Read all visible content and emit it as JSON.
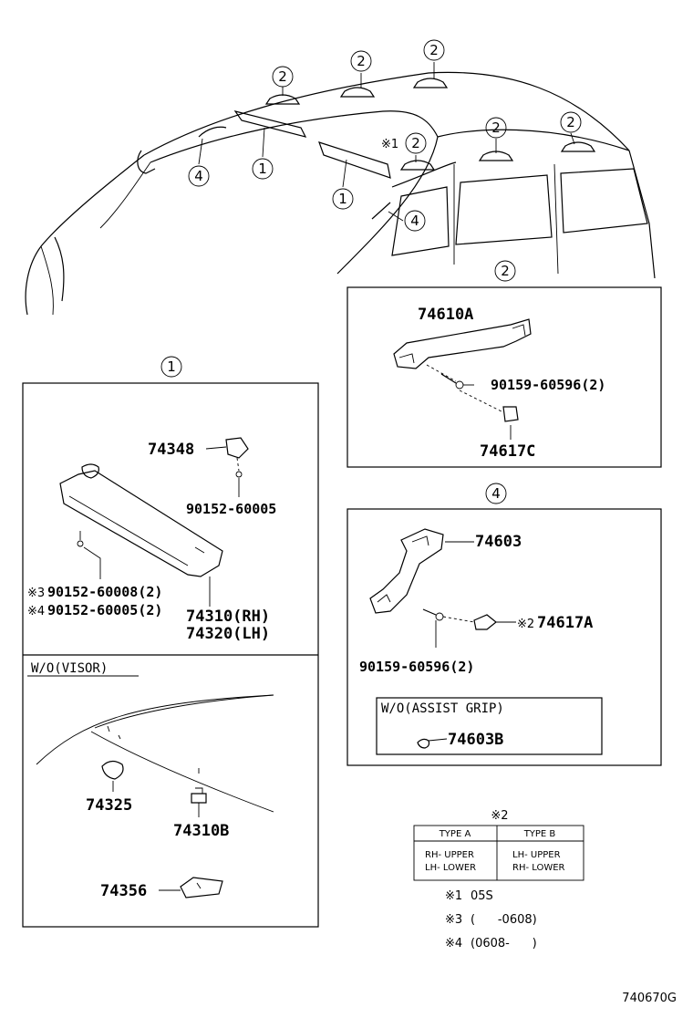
{
  "callouts": {
    "c1": "1",
    "c2": "2",
    "c4": "4",
    "star1_mark": "※1"
  },
  "panel2": {
    "header": "2",
    "parts": {
      "grip": "74610A",
      "screw": "90159-60596(2)",
      "cover": "74617C"
    }
  },
  "panel1": {
    "header": "1",
    "parts": {
      "holder": "74348",
      "holder_screw": "90152-60005",
      "visor_screw_a_mark": "※3",
      "visor_screw_a": "90152-60008(2)",
      "visor_screw_b_mark": "※4",
      "visor_screw_b": "90152-60005(2)",
      "visor_rh": "74310(RH)",
      "visor_lh": "74320(LH)"
    },
    "wo_visor": {
      "title": "W/O(VISOR)",
      "part_a": "74325",
      "part_b": "74310B",
      "part_c": "74356"
    }
  },
  "panel4": {
    "header": "4",
    "parts": {
      "grip": "74603",
      "cover_mark": "※2",
      "cover": "74617A",
      "screw": "90159-60596(2)"
    },
    "wo_grip": {
      "title": "W/O(ASSIST GRIP)",
      "part": "74603B"
    }
  },
  "type_table": {
    "mark": "※2",
    "headers": [
      "TYPE A",
      "TYPE B"
    ],
    "type_a_lines": [
      "RH- UPPER",
      "LH- LOWER"
    ],
    "type_b_lines": [
      "LH- UPPER",
      "RH- LOWER"
    ]
  },
  "notes": [
    {
      "mark": "※1",
      "text": "05S"
    },
    {
      "mark": "※3",
      "text": "(      -0608)"
    },
    {
      "mark": "※4",
      "text": "(0608-      )"
    }
  ],
  "diagram_code": "740670G"
}
